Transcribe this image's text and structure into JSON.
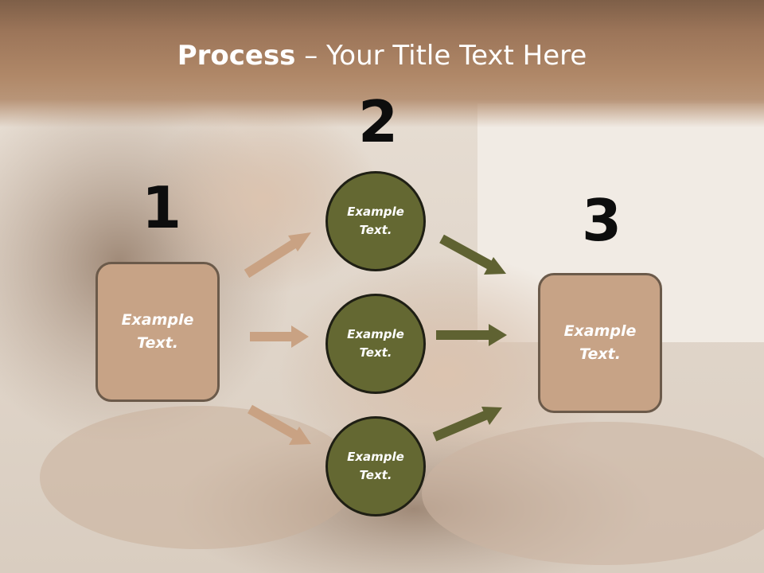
{
  "title": {
    "bold": "Process",
    "rest": " – Your Title Text Here"
  },
  "step_numbers": [
    "1",
    "2",
    "3"
  ],
  "left_box": {
    "text": "Example Text."
  },
  "circles": [
    {
      "text": "Example Text."
    },
    {
      "text": "Example Text."
    },
    {
      "text": "Example Text."
    }
  ],
  "right_box": {
    "text": "Example Text."
  },
  "colors": {
    "title_band": "#9c7559",
    "box_fill": "#c7a386",
    "circle_fill": "#646832",
    "arrow_left": "#c9a283",
    "arrow_right": "#5f6232"
  }
}
